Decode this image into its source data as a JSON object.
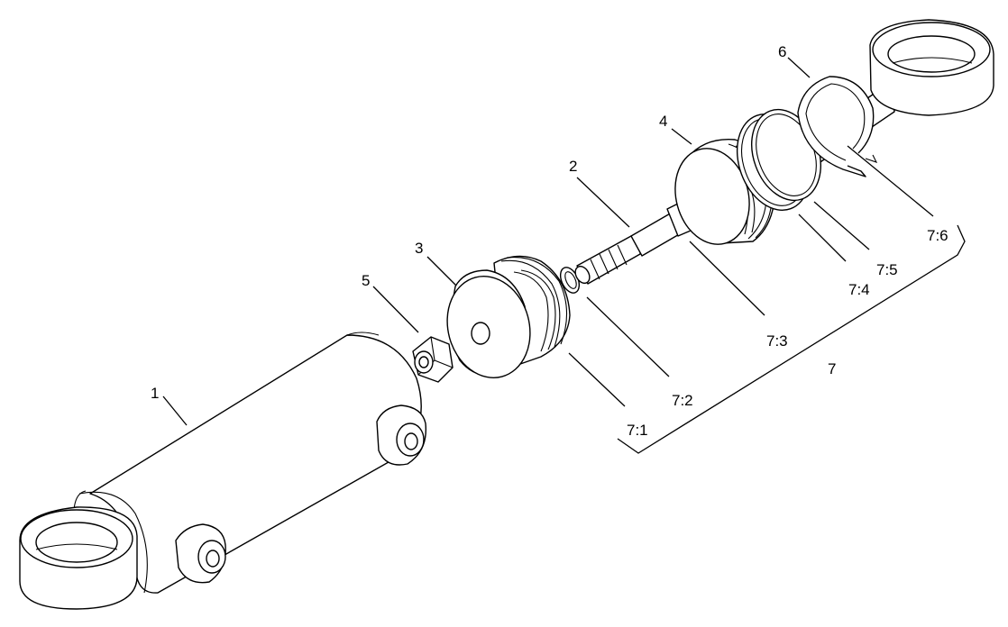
{
  "diagram": {
    "callouts": {
      "c1": "1",
      "c2": "2",
      "c3": "3",
      "c4": "4",
      "c5": "5",
      "c6": "6",
      "c7": "7",
      "c7_1": "7:1",
      "c7_2": "7:2",
      "c7_3": "7:3",
      "c7_4": "7:4",
      "c7_5": "7:5",
      "c7_6": "7:6"
    }
  }
}
